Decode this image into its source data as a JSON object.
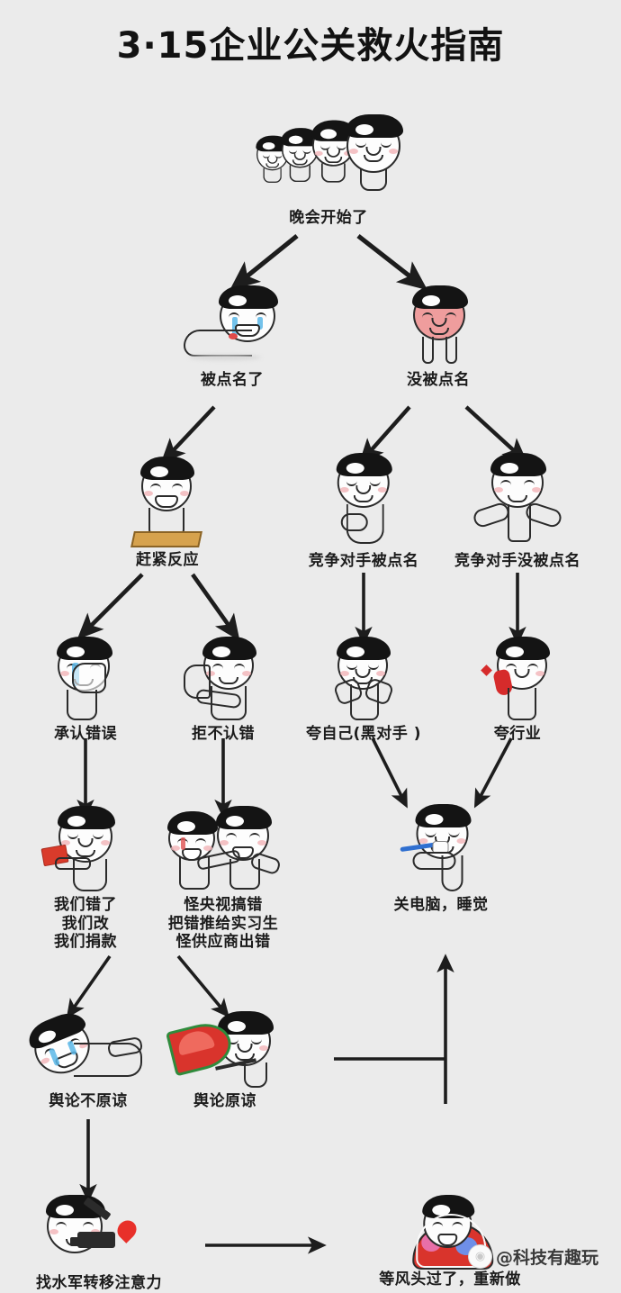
{
  "page": {
    "title": "3·15企业公关救火指南",
    "background_color": "#ebebeb",
    "text_color": "#1b1b1b"
  },
  "watermark": {
    "text": "@科技有趣玩",
    "logo": "weibo-logo"
  },
  "flowchart": {
    "type": "tree-diagram",
    "nodes": [
      {
        "id": "n1",
        "label": "晚会开始了",
        "meme": "crowd-of-faces"
      },
      {
        "id": "n2",
        "label": "被点名了",
        "meme": "crying-crawling-face"
      },
      {
        "id": "n3",
        "label": "没被点名",
        "meme": "red-smug-face"
      },
      {
        "id": "n4",
        "label": "赶紧反应",
        "meme": "crying-on-board-face"
      },
      {
        "id": "n5",
        "label": "竞争对手被点名",
        "meme": "smug-hands-face"
      },
      {
        "id": "n6",
        "label": "竞争对手没被点名",
        "meme": "shrug-face"
      },
      {
        "id": "n7",
        "label": "承认错误",
        "meme": "wiping-tears-face"
      },
      {
        "id": "n8",
        "label": "拒不认错",
        "meme": "flex-arm-face"
      },
      {
        "id": "n9",
        "label": "夸自己(黑对手 )",
        "meme": "hands-clasped-face"
      },
      {
        "id": "n10",
        "label": "夸行业",
        "meme": "eating-chili-face"
      },
      {
        "id": "n11",
        "label": "我们错了\n我们改\n我们捐款",
        "meme": "red-envelope-face"
      },
      {
        "id": "n12",
        "label": "怪央视搞错\n把错推给实习生\n怪供应商出错",
        "meme": "two-faces-blaming"
      },
      {
        "id": "n13",
        "label": "关电脑，睡觉",
        "meme": "brushing-teeth-face"
      },
      {
        "id": "n14",
        "label": "舆论不原谅",
        "meme": "lying-crying-face"
      },
      {
        "id": "n15",
        "label": "舆论原谅",
        "meme": "watermelon-face"
      },
      {
        "id": "n16",
        "label": "找水军转移注意力",
        "meme": "camera-gun-face"
      },
      {
        "id": "n17",
        "label": "等风头过了，重新做",
        "meme": "wrapped-in-blanket-face"
      }
    ],
    "edges": [
      {
        "from": "n1",
        "to": "n2",
        "style": "diagonal-left"
      },
      {
        "from": "n1",
        "to": "n3",
        "style": "diagonal-right"
      },
      {
        "from": "n2",
        "to": "n4",
        "style": "diagonal-left"
      },
      {
        "from": "n3",
        "to": "n5",
        "style": "diagonal-left"
      },
      {
        "from": "n3",
        "to": "n6",
        "style": "diagonal-right"
      },
      {
        "from": "n4",
        "to": "n7",
        "style": "diagonal-left"
      },
      {
        "from": "n4",
        "to": "n8",
        "style": "diagonal-right"
      },
      {
        "from": "n5",
        "to": "n9",
        "style": "vertical"
      },
      {
        "from": "n6",
        "to": "n10",
        "style": "vertical"
      },
      {
        "from": "n7",
        "to": "n11",
        "style": "vertical"
      },
      {
        "from": "n8",
        "to": "n12",
        "style": "vertical"
      },
      {
        "from": "n9",
        "to": "n13",
        "style": "diagonal-right"
      },
      {
        "from": "n10",
        "to": "n13",
        "style": "diagonal-left"
      },
      {
        "from": "n11",
        "to": "n14",
        "style": "diagonal-left"
      },
      {
        "from": "n12",
        "to": "n15",
        "style": "diagonal-left"
      },
      {
        "from": "n14",
        "to": "n16",
        "style": "vertical"
      },
      {
        "from": "n15",
        "to": "n13",
        "style": "elbow-up-right"
      },
      {
        "from": "n16",
        "to": "n17",
        "style": "horizontal"
      }
    ]
  }
}
